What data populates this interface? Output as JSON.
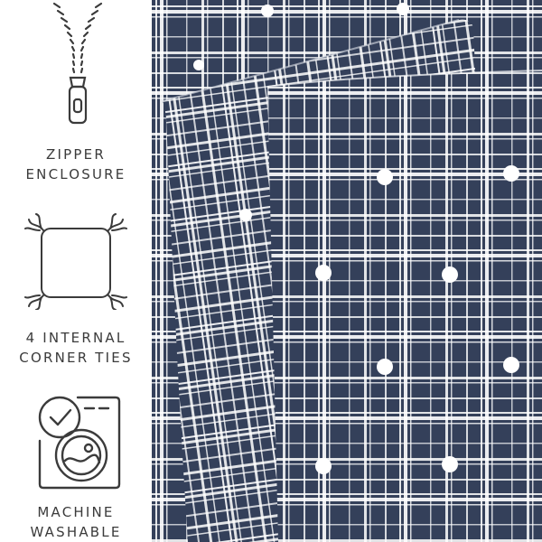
{
  "features": [
    {
      "icon": "zipper-icon",
      "line1": "ZIPPER",
      "line2": "ENCLOSURE"
    },
    {
      "icon": "corner-ties-icon",
      "line1": "4 INTERNAL",
      "line2": "CORNER TIES"
    },
    {
      "icon": "washing-machine-icon",
      "line1": "MACHINE",
      "line2": "WASHABLE"
    }
  ],
  "colors": {
    "fabric_navy": "#34405a",
    "plaid_white": "#ffffff",
    "icon_gray": "#3b3b3b"
  }
}
